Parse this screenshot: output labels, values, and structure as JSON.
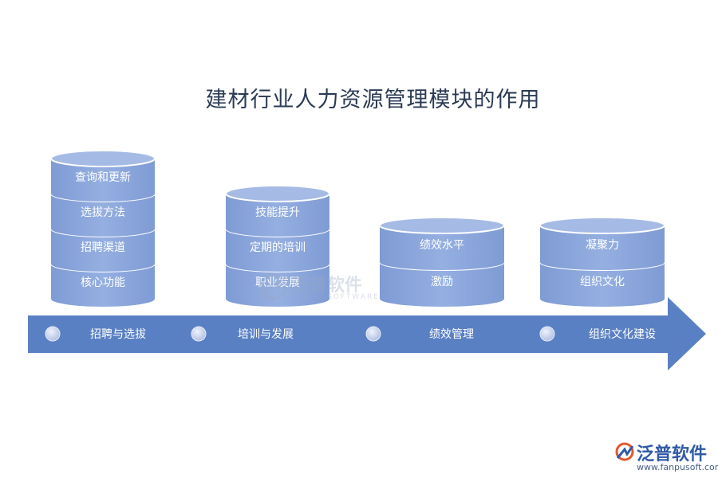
{
  "title": "建材行业人力资源管理模块的作用",
  "colors": {
    "cylinder_fill": "#8fa9dd",
    "cylinder_top": "#a5bbe6",
    "arrow_fill": "#5a80c4",
    "dot_fill": "#c8d4ef"
  },
  "stages": [
    {
      "label": "招聘与选拔",
      "layers": [
        "查询和更新",
        "选拔方法",
        "招聘渠道",
        "核心功能"
      ]
    },
    {
      "label": "培训与发展",
      "layers": [
        "技能提升",
        "定期的培训",
        "职业发展"
      ]
    },
    {
      "label": "绩效管理",
      "layers": [
        "绩效水平",
        "激励"
      ]
    },
    {
      "label": "组织文化建设",
      "layers": [
        "凝聚力",
        "组织文化"
      ]
    }
  ],
  "watermark": {
    "name": "泛普软件",
    "sub": "FANPU SOFTWARE"
  },
  "brand": {
    "name": "泛普软件",
    "url": "www.fanpusoft.com",
    "icon": "fanpu-logo-icon"
  }
}
